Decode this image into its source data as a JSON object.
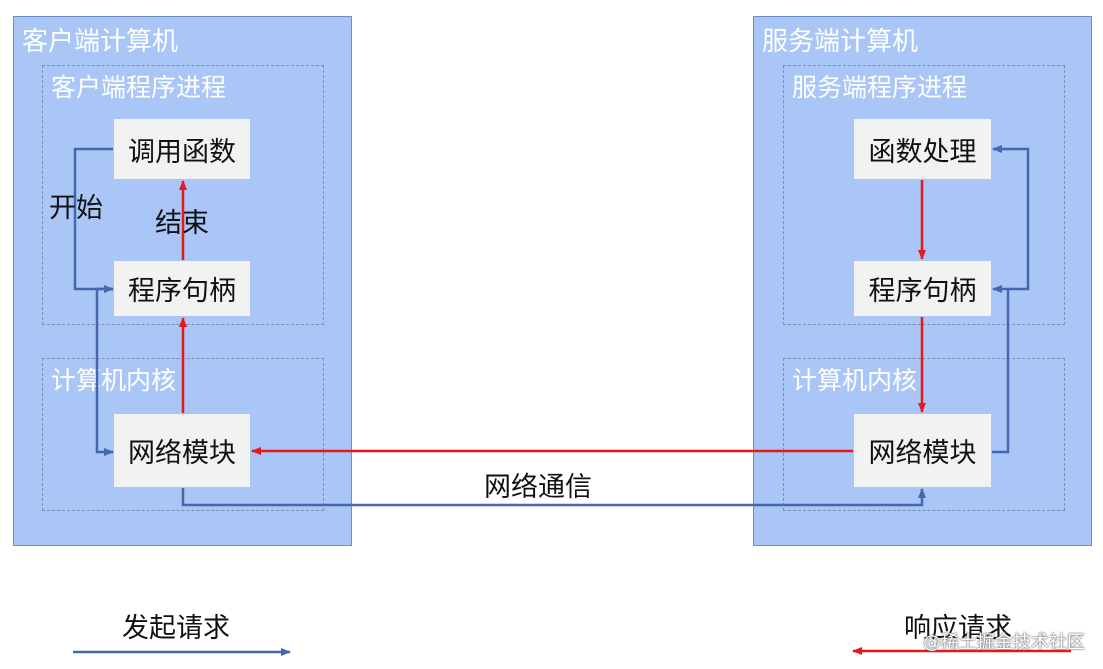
{
  "client": {
    "title": "客户端计算机",
    "process_title": "客户端程序进程",
    "kernel_title": "计算机内核",
    "call_function": "调用函数",
    "handle": "程序句柄",
    "network_module": "网络模块",
    "start_label": "开始",
    "end_label": "结束"
  },
  "server": {
    "title": "服务端计算机",
    "process_title": "服务端程序进程",
    "kernel_title": "计算机内核",
    "function_processing": "函数处理",
    "handle": "程序句柄",
    "network_module": "网络模块"
  },
  "network_comm": "网络通信",
  "legend": {
    "request": "发起请求",
    "response": "响应请求"
  },
  "watermark": "@稀土掘金技术社区",
  "colors": {
    "request_arrow": "#4467b0",
    "response_arrow": "#e8181a",
    "panel": "#a9c6f7"
  }
}
